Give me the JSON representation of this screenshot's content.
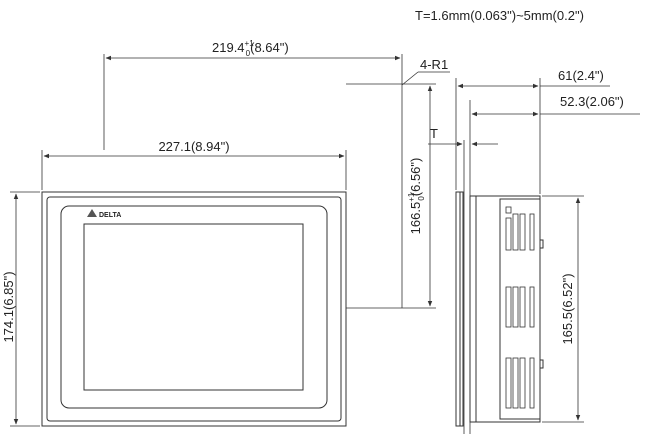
{
  "thickness_note": "T=1.6mm(0.063\")~5mm(0.2\")",
  "cutout_width": {
    "base": "219.4",
    "tol_plus": "+1",
    "tol_zero": "0",
    "inch": "(8.64\")"
  },
  "corner_radius": "4-R1",
  "overall_width": "227.1(8.94\")",
  "overall_height": "174.1(6.85\")",
  "cutout_height": {
    "base": "166.5",
    "tol_plus": "+1",
    "tol_zero": "0",
    "inch": "(6.56\")"
  },
  "depth_total": "61(2.4\")",
  "depth_body": "52.3(2.06\")",
  "panel_thickness_label": "T",
  "rear_height": "165.5(6.52\")",
  "logo": "DELTA"
}
